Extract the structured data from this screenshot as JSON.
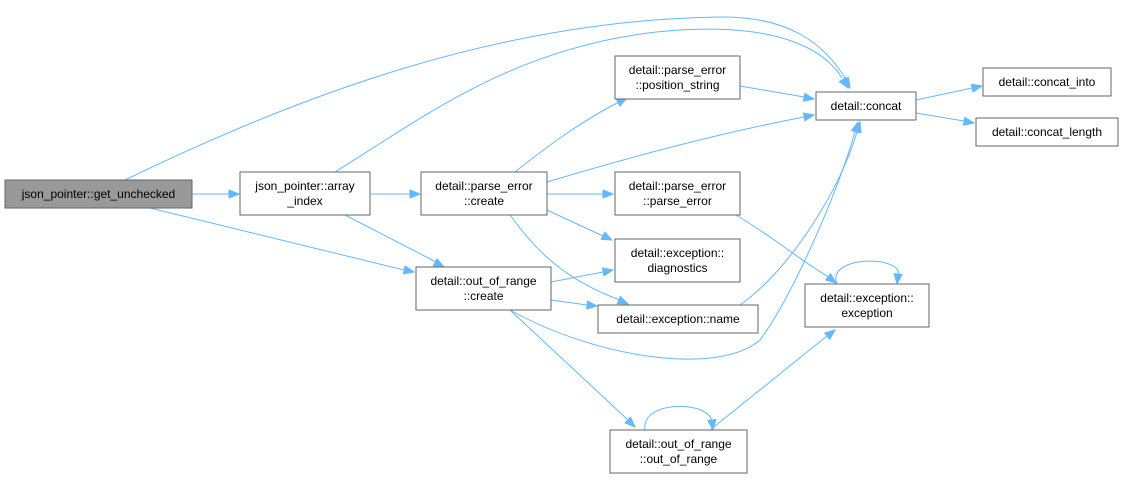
{
  "diagram": {
    "nodes": {
      "get_unchecked": {
        "lines": [
          "json_pointer::get_unchecked"
        ],
        "root": true
      },
      "array_index": {
        "lines": [
          "json_pointer::array",
          "_index"
        ]
      },
      "parse_error_create": {
        "lines": [
          "detail::parse_error",
          "::create"
        ]
      },
      "out_of_range_create": {
        "lines": [
          "detail::out_of_range",
          "::create"
        ]
      },
      "position_string": {
        "lines": [
          "detail::parse_error",
          "::position_string"
        ]
      },
      "parse_error_ctor": {
        "lines": [
          "detail::parse_error",
          "::parse_error"
        ]
      },
      "diagnostics": {
        "lines": [
          "detail::exception::",
          "diagnostics"
        ]
      },
      "exception_name": {
        "lines": [
          "detail::exception::name"
        ]
      },
      "out_of_range_ctor": {
        "lines": [
          "detail::out_of_range",
          "::out_of_range"
        ]
      },
      "concat": {
        "lines": [
          "detail::concat"
        ]
      },
      "exception_ctor": {
        "lines": [
          "detail::exception::",
          "exception"
        ]
      },
      "concat_into": {
        "lines": [
          "detail::concat_into"
        ]
      },
      "concat_length": {
        "lines": [
          "detail::concat_length"
        ]
      }
    },
    "edges": [
      {
        "from": "get_unchecked",
        "to": "array_index"
      },
      {
        "from": "get_unchecked",
        "to": "concat"
      },
      {
        "from": "get_unchecked",
        "to": "out_of_range_create"
      },
      {
        "from": "array_index",
        "to": "concat"
      },
      {
        "from": "array_index",
        "to": "parse_error_create"
      },
      {
        "from": "array_index",
        "to": "out_of_range_create"
      },
      {
        "from": "parse_error_create",
        "to": "position_string"
      },
      {
        "from": "parse_error_create",
        "to": "concat"
      },
      {
        "from": "parse_error_create",
        "to": "parse_error_ctor"
      },
      {
        "from": "parse_error_create",
        "to": "diagnostics"
      },
      {
        "from": "parse_error_create",
        "to": "exception_name"
      },
      {
        "from": "out_of_range_create",
        "to": "diagnostics"
      },
      {
        "from": "out_of_range_create",
        "to": "exception_name"
      },
      {
        "from": "out_of_range_create",
        "to": "concat"
      },
      {
        "from": "out_of_range_create",
        "to": "out_of_range_ctor"
      },
      {
        "from": "position_string",
        "to": "concat"
      },
      {
        "from": "parse_error_ctor",
        "to": "exception_ctor"
      },
      {
        "from": "exception_name",
        "to": "concat"
      },
      {
        "from": "out_of_range_ctor",
        "to": "exception_ctor"
      },
      {
        "from": "out_of_range_ctor",
        "to": "out_of_range_ctor"
      },
      {
        "from": "exception_ctor",
        "to": "exception_ctor"
      },
      {
        "from": "concat",
        "to": "concat_into"
      },
      {
        "from": "concat",
        "to": "concat_length"
      }
    ],
    "colors": {
      "edge": "#63b8ff",
      "node_border": "#666666",
      "root_fill": "#999999",
      "node_fill": "#ffffff"
    }
  }
}
